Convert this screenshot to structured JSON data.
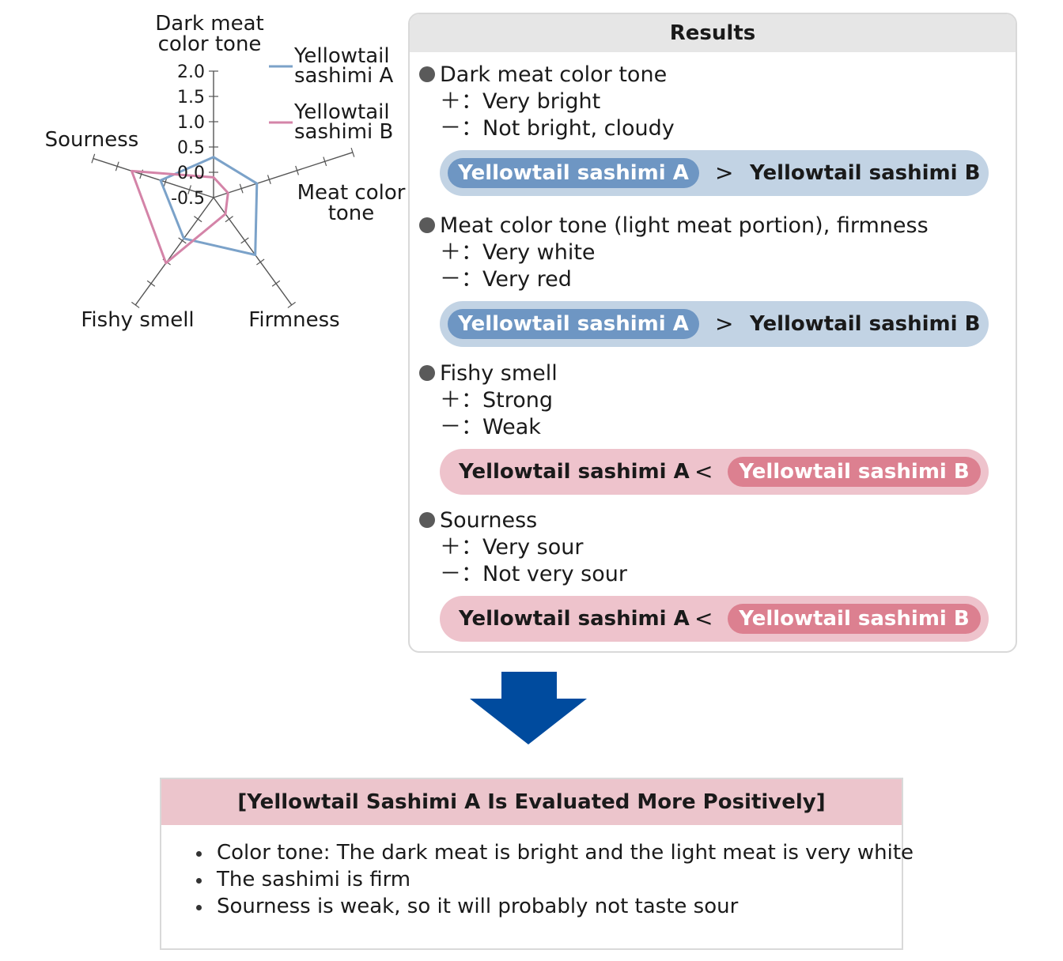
{
  "chart_data": {
    "type": "radar",
    "axes": [
      "Dark meat color tone",
      "Meat color tone",
      "Firmness",
      "Fishy smell",
      "Sourness"
    ],
    "axis_labels": {
      "dark_meat": [
        "Dark meat",
        "color tone"
      ],
      "meat_color": [
        "Meat color",
        "tone"
      ],
      "firmness": "Firmness",
      "fishy": "Fishy smell",
      "sourness": "Sourness"
    },
    "ticks": [
      "2.0",
      "1.5",
      "1.0",
      "0.5",
      "0.0",
      "-0.5"
    ],
    "range": [
      -0.5,
      2.0
    ],
    "series": [
      {
        "name": "Yellowtail sashimi A",
        "name_lines": [
          "Yellowtail",
          "sashimi A"
        ],
        "color": "#7ba2c9",
        "values": [
          0.3,
          0.4,
          0.9,
          0.5,
          0.6
        ]
      },
      {
        "name": "Yellowtail sashimi B",
        "name_lines": [
          "Yellowtail",
          "sashimi B"
        ],
        "color": "#d484a8",
        "values": [
          -0.1,
          -0.2,
          -0.1,
          1.1,
          1.2
        ]
      }
    ],
    "legend_position": "top-right"
  },
  "results": {
    "title": "Results",
    "sections": [
      {
        "title": "Dark meat color tone",
        "plus": "＋：Very bright",
        "minus": "－：Not bright, cloudy",
        "left": "Yellowtail sashimi A",
        "op": ">",
        "right": "Yellowtail sashimi B",
        "theme": "blue"
      },
      {
        "title": "Meat color tone (light meat portion), firmness",
        "plus": "＋：Very white",
        "minus": "－：Very red",
        "left": "Yellowtail sashimi A",
        "op": ">",
        "right": "Yellowtail sashimi B",
        "theme": "blue"
      },
      {
        "title": "Fishy smell",
        "plus": "＋：Strong",
        "minus": "－：Weak",
        "left": "Yellowtail sashimi A",
        "op": "<",
        "right": "Yellowtail sashimi B",
        "theme": "pink"
      },
      {
        "title": "Sourness",
        "plus": "＋：Very sour",
        "minus": "－：Not very sour",
        "left": "Yellowtail sashimi A",
        "op": "<",
        "right": "Yellowtail sashimi B",
        "theme": "pink"
      }
    ]
  },
  "arrow": {
    "icon": "down-arrow-icon",
    "color": "#004b9e"
  },
  "summary": {
    "title": "[Yellowtail Sashimi A Is Evaluated More Positively]",
    "items": [
      "Color tone: The dark meat is bright and the light meat is very white",
      "The sashimi is firm",
      "Sourness is weak, so it will probably not taste sour"
    ]
  }
}
